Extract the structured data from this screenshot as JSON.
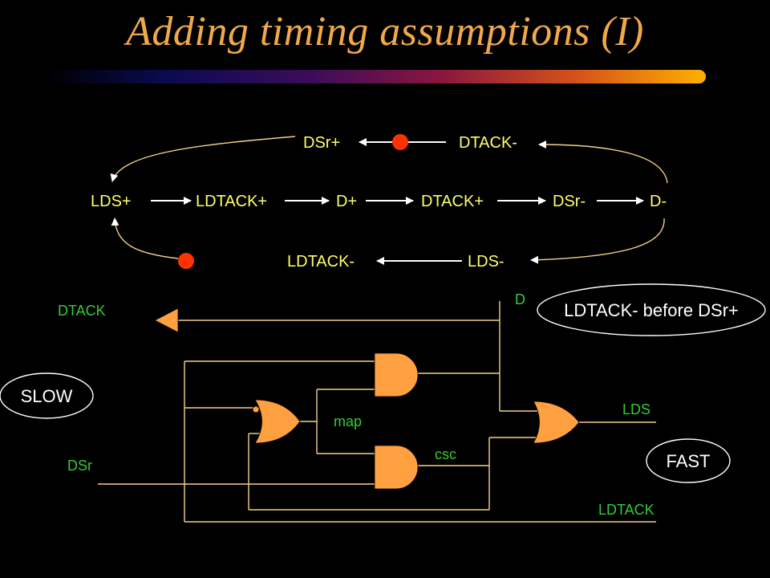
{
  "title": "Adding timing assumptions (I)",
  "colors": {
    "background": "#000000",
    "title": "#f0a84a",
    "stg_text": "#ffff66",
    "circuit_text": "#33cc33",
    "wire": "#f4d08a",
    "gate_fill": "#ffa040",
    "token": "#ff3300",
    "callout_bg": "#000000",
    "callout_text": "#ffffff"
  },
  "stg": {
    "main_row": [
      "LDS+",
      "LDTACK+",
      "D+",
      "DTACK+",
      "DSr-",
      "D-"
    ],
    "top_row": [
      "DSr+",
      "DTACK-"
    ],
    "bottom_row": [
      "LDTACK-",
      "LDS-"
    ]
  },
  "circuit": {
    "signals": {
      "dtack": "DTACK",
      "d": "D",
      "lds": "LDS",
      "dsr": "DSr",
      "ldtack": "LDTACK",
      "map": "map",
      "csc": "csc"
    }
  },
  "callouts": {
    "assumption": "LDTACK- before DSr+",
    "slow": "SLOW",
    "fast": "FAST"
  }
}
